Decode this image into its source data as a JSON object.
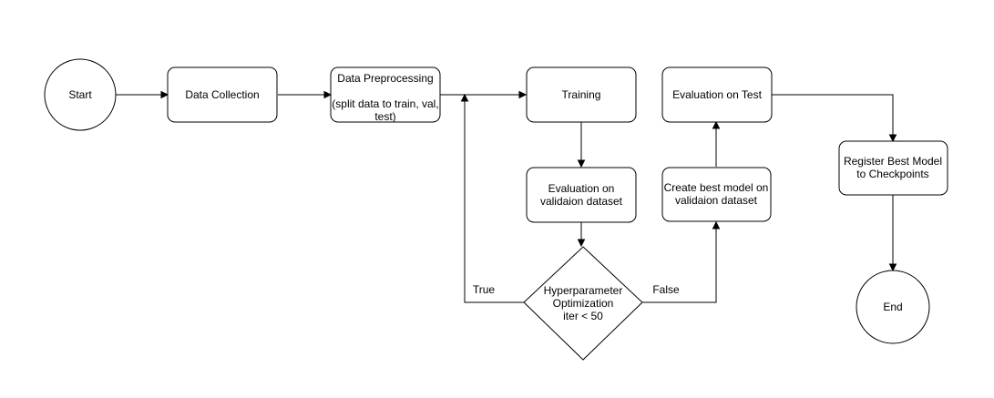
{
  "diagram": {
    "nodes": {
      "start": {
        "lines": [
          "Start"
        ]
      },
      "data_collection": {
        "lines": [
          "Data Collection"
        ]
      },
      "data_preprocessing": {
        "lines": [
          "Data Preprocessing",
          "",
          "(split data to train, val,",
          "test)"
        ]
      },
      "training": {
        "lines": [
          "Training"
        ]
      },
      "eval_validation": {
        "lines": [
          "Evaluation on",
          "validaion dataset"
        ]
      },
      "hyperparam_decision": {
        "lines": [
          "Hyperparameter",
          "Optimization",
          "iter < 50"
        ]
      },
      "create_best_model": {
        "lines": [
          "Create best model on",
          "validaion dataset"
        ]
      },
      "eval_test": {
        "lines": [
          "Evaluation on Test"
        ]
      },
      "register_best_model": {
        "lines": [
          "Register Best Model",
          "to Checkpoints"
        ]
      },
      "end": {
        "lines": [
          "End"
        ]
      }
    },
    "edge_labels": {
      "true": "True",
      "false": "False"
    }
  }
}
